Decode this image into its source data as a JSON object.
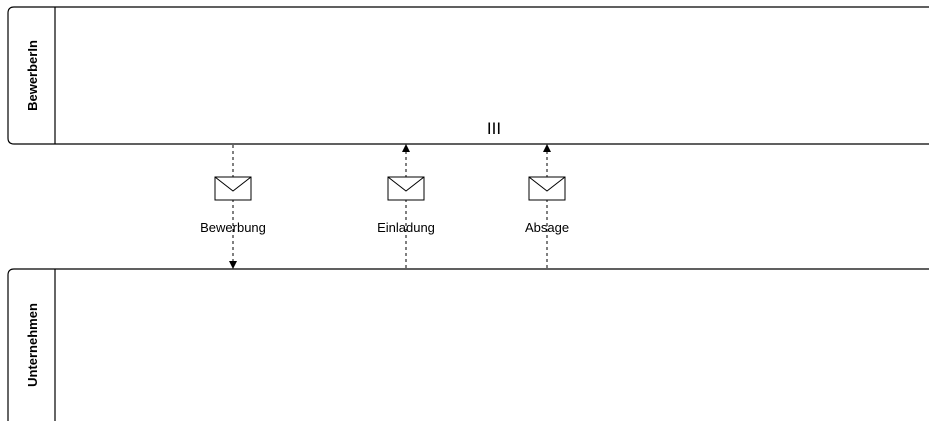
{
  "pools": [
    {
      "name": "BewerberIn",
      "multi_instance_marker": "III"
    },
    {
      "name": "Unternehmen"
    }
  ],
  "message_flows": [
    {
      "label": "Bewerbung",
      "from": "BewerberIn",
      "to": "Unternehmen",
      "icon": "envelope-icon"
    },
    {
      "label": "Einladung",
      "from": "Unternehmen",
      "to": "BewerberIn",
      "icon": "envelope-icon"
    },
    {
      "label": "Absage",
      "from": "Unternehmen",
      "to": "BewerberIn",
      "icon": "envelope-icon"
    }
  ]
}
